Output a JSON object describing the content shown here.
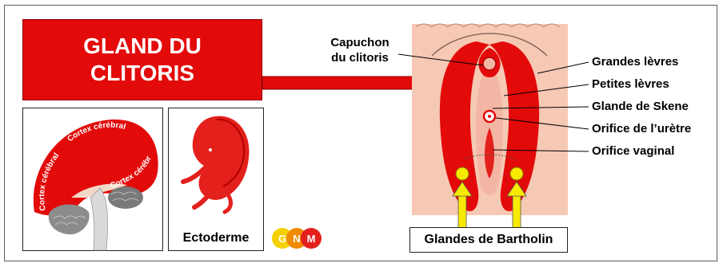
{
  "title": {
    "line1": "GLAND DU",
    "line2": "CLITORIS"
  },
  "brain_labels": [
    "Cortex cérébral",
    "Cortex cérébral",
    "Cortex cérébral"
  ],
  "embryo_label": "Ectoderme",
  "logo": {
    "letters": [
      "G",
      "N",
      "M"
    ],
    "colors": [
      "#f4d000",
      "#f08a00",
      "#e3201b"
    ]
  },
  "anatomy": {
    "capuchon": {
      "line1": "Capuchon",
      "line2": "du clitoris"
    },
    "labels": [
      "Grandes lèvres",
      "Petites lèvres",
      "Glande de Skene",
      "Orifice de l’urètre",
      "Orifice vaginal"
    ],
    "bartholin": "Glandes de Bartholin"
  },
  "colors": {
    "accent_red": "#e30a0a",
    "skin": "#f6c9b4",
    "yellow": "#f7ea00"
  }
}
